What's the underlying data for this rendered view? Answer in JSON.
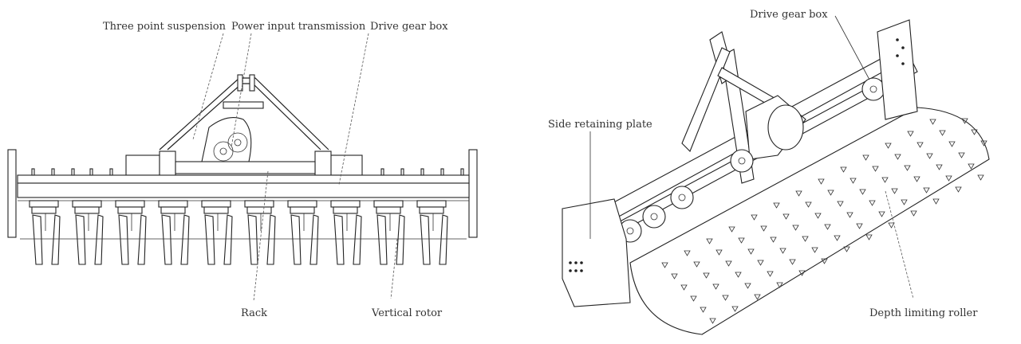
{
  "figure": {
    "left_view": {
      "title": "Front view",
      "labels": {
        "three_point_suspension": "Three point suspension",
        "power_input_transmission": "Power input transmission",
        "drive_gear_box": "Drive gear box",
        "rack": "Rack",
        "vertical_rotor": "Vertical rotor"
      },
      "rotor_count": 10
    },
    "right_view": {
      "title": "Isometric view",
      "labels": {
        "drive_gear_box": "Drive gear box",
        "side_retaining_plate": "Side retaining plate",
        "depth_limiting_roller": "Depth limiting roller"
      }
    }
  }
}
